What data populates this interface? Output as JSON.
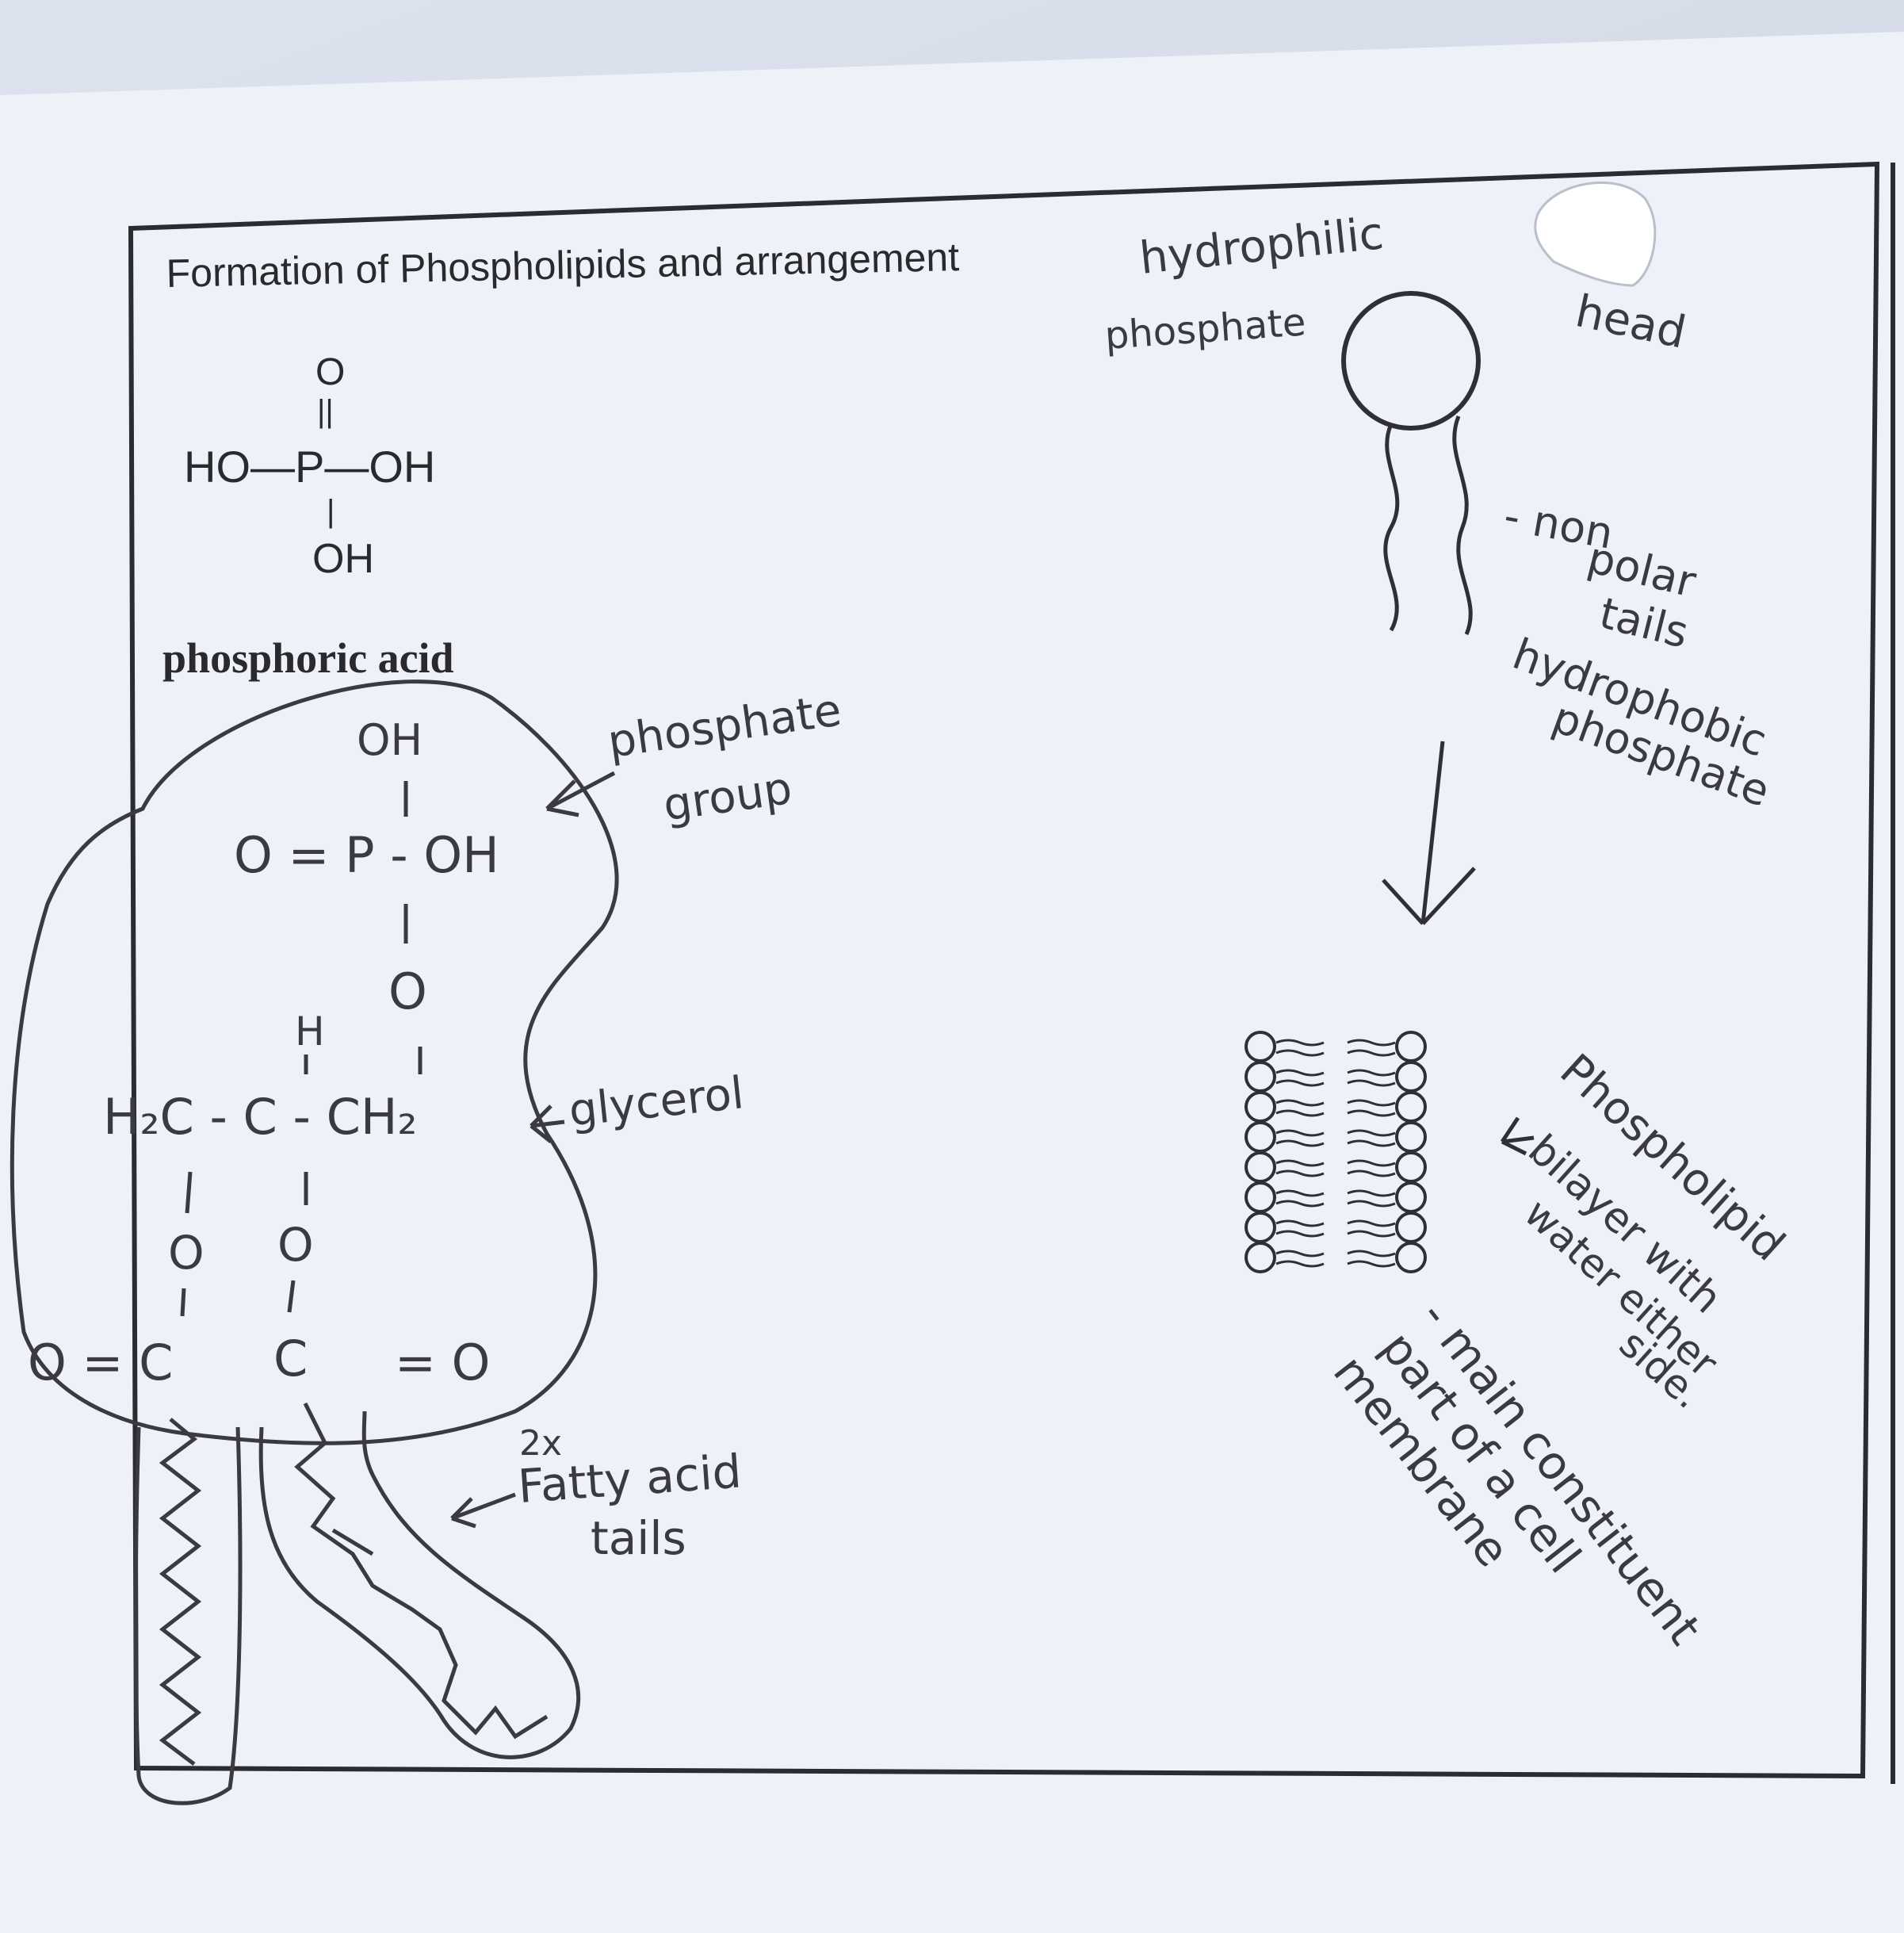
{
  "worksheet": {
    "title": "Formation of Phospholipids and arrangement",
    "phosphoric_acid": {
      "top_o": "O",
      "double_bond": "||",
      "row": "HO—P—OH",
      "single_bond": "|",
      "bottom_oh": "OH",
      "caption": "phosphoric acid"
    },
    "structure": {
      "oh_top": "OH",
      "p_row": "O = P - OH",
      "o_mid": "O",
      "h": "H",
      "glycerol_row": "H₂C - C - CH₂",
      "h2": "2",
      "o_left": "O",
      "o_center": "O",
      "c_left": "O = C",
      "c_center": "C",
      "c_right_o": "= O"
    },
    "annotations": {
      "phosphate_group_1": "phosphate",
      "phosphate_group_2": "group",
      "glycerol": "glycerol",
      "fatty_count": "2x",
      "fatty_1": "Fatty acid",
      "fatty_2": "tails",
      "hydrophilic": "hydrophilic",
      "phosphate_label": "phosphate",
      "head": "head",
      "non": "- non",
      "polar": "polar",
      "tails": "tails",
      "hydrophobic": "hydrophobic",
      "phosphate2": "phosphate",
      "bilayer_1": "Phospholipid",
      "bilayer_2": "bilayer with",
      "bilayer_3": "water either",
      "bilayer_4": "side.",
      "main_1": "- main constituent",
      "main_2": "part of a cell",
      "main_3": "membrane"
    }
  }
}
